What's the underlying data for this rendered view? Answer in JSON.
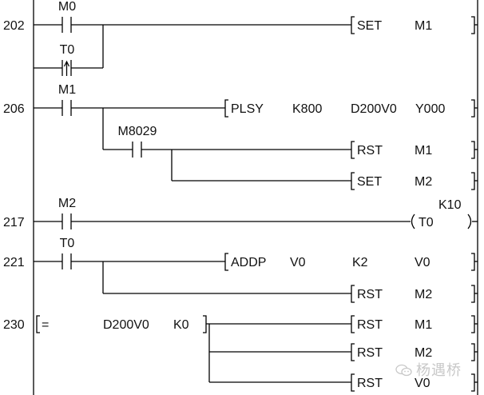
{
  "rungs": [
    {
      "step": "202",
      "contacts": [
        {
          "label": "M0",
          "type": "NO"
        },
        {
          "label": "T0",
          "type": "rising-edge",
          "branch": true
        }
      ],
      "outputs": [
        {
          "type": "instruction",
          "op": "SET",
          "operands": [
            "M1"
          ]
        }
      ]
    },
    {
      "step": "206",
      "contacts": [
        {
          "label": "M1",
          "type": "NO"
        },
        {
          "label": "M8029",
          "type": "NO",
          "branch": true
        }
      ],
      "outputs": [
        {
          "type": "instruction",
          "op": "PLSY",
          "operands": [
            "K800",
            "D200V0",
            "Y000"
          ]
        },
        {
          "type": "instruction",
          "op": "RST",
          "operands": [
            "M1"
          ]
        },
        {
          "type": "instruction",
          "op": "SET",
          "operands": [
            "M2"
          ]
        }
      ]
    },
    {
      "step": "217",
      "contacts": [
        {
          "label": "M2",
          "type": "NO"
        }
      ],
      "outputs": [
        {
          "type": "coil",
          "op": "T0",
          "preset": "K10"
        }
      ]
    },
    {
      "step": "221",
      "contacts": [
        {
          "label": "T0",
          "type": "NO"
        }
      ],
      "outputs": [
        {
          "type": "instruction",
          "op": "ADDP",
          "operands": [
            "V0",
            "K2",
            "V0"
          ]
        },
        {
          "type": "instruction",
          "op": "RST",
          "operands": [
            "M2"
          ]
        }
      ]
    },
    {
      "step": "230",
      "compare": {
        "op": "=",
        "operands": [
          "D200V0",
          "K0"
        ]
      },
      "outputs": [
        {
          "type": "instruction",
          "op": "RST",
          "operands": [
            "M1"
          ]
        },
        {
          "type": "instruction",
          "op": "RST",
          "operands": [
            "M2"
          ]
        },
        {
          "type": "instruction",
          "op": "RST",
          "operands": [
            "V0"
          ]
        }
      ]
    }
  ],
  "watermark": {
    "text": "杨遇桥",
    "icon": "wechat-icon"
  }
}
